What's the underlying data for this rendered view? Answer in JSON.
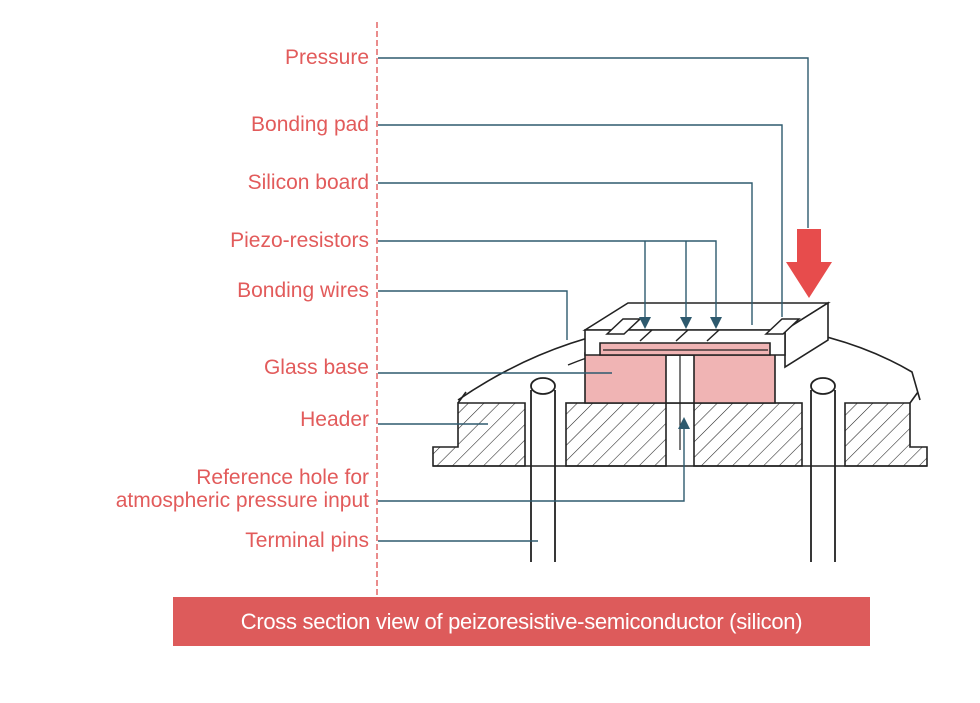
{
  "labels": {
    "pressure": "Pressure",
    "bonding_pad": "Bonding pad",
    "silicon_board": "Silicon board",
    "piezo_resistors": "Piezo-resistors",
    "bonding_wires": "Bonding wires",
    "glass_base": "Glass base",
    "header": "Header",
    "reference_hole_line1": "Reference hole for",
    "reference_hole_line2": "atmospheric pressure input",
    "terminal_pins": "Terminal pins"
  },
  "caption": "Cross section view of peizoresistive-semiconductor (silicon)",
  "colors": {
    "label_text": "#e25b5b",
    "caption_bg": "#dd5b5b",
    "leader_line": "#2e5a6e",
    "glass": "#f0b4b4",
    "outline": "#222222"
  }
}
